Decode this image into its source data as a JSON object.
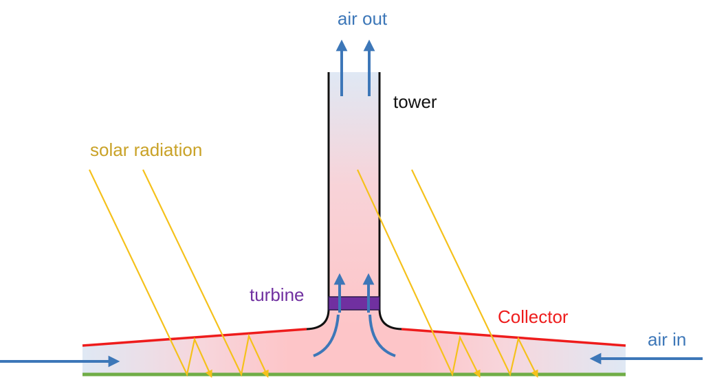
{
  "labels": {
    "air_out": "air out",
    "tower": "tower",
    "solar_radiation": "solar radiation",
    "turbine": "turbine",
    "collector": "Collector",
    "air_in": "air in"
  },
  "colors": {
    "air": "#3d77b8",
    "solar": "#f5c11b",
    "solar_text": "#c9a227",
    "collector": "#ee1c1c",
    "turbine": "#7030a0",
    "tower": "#111111",
    "ground": "#70ad47",
    "warm": "#fdc5c8",
    "cool": "#dfe8f4"
  }
}
